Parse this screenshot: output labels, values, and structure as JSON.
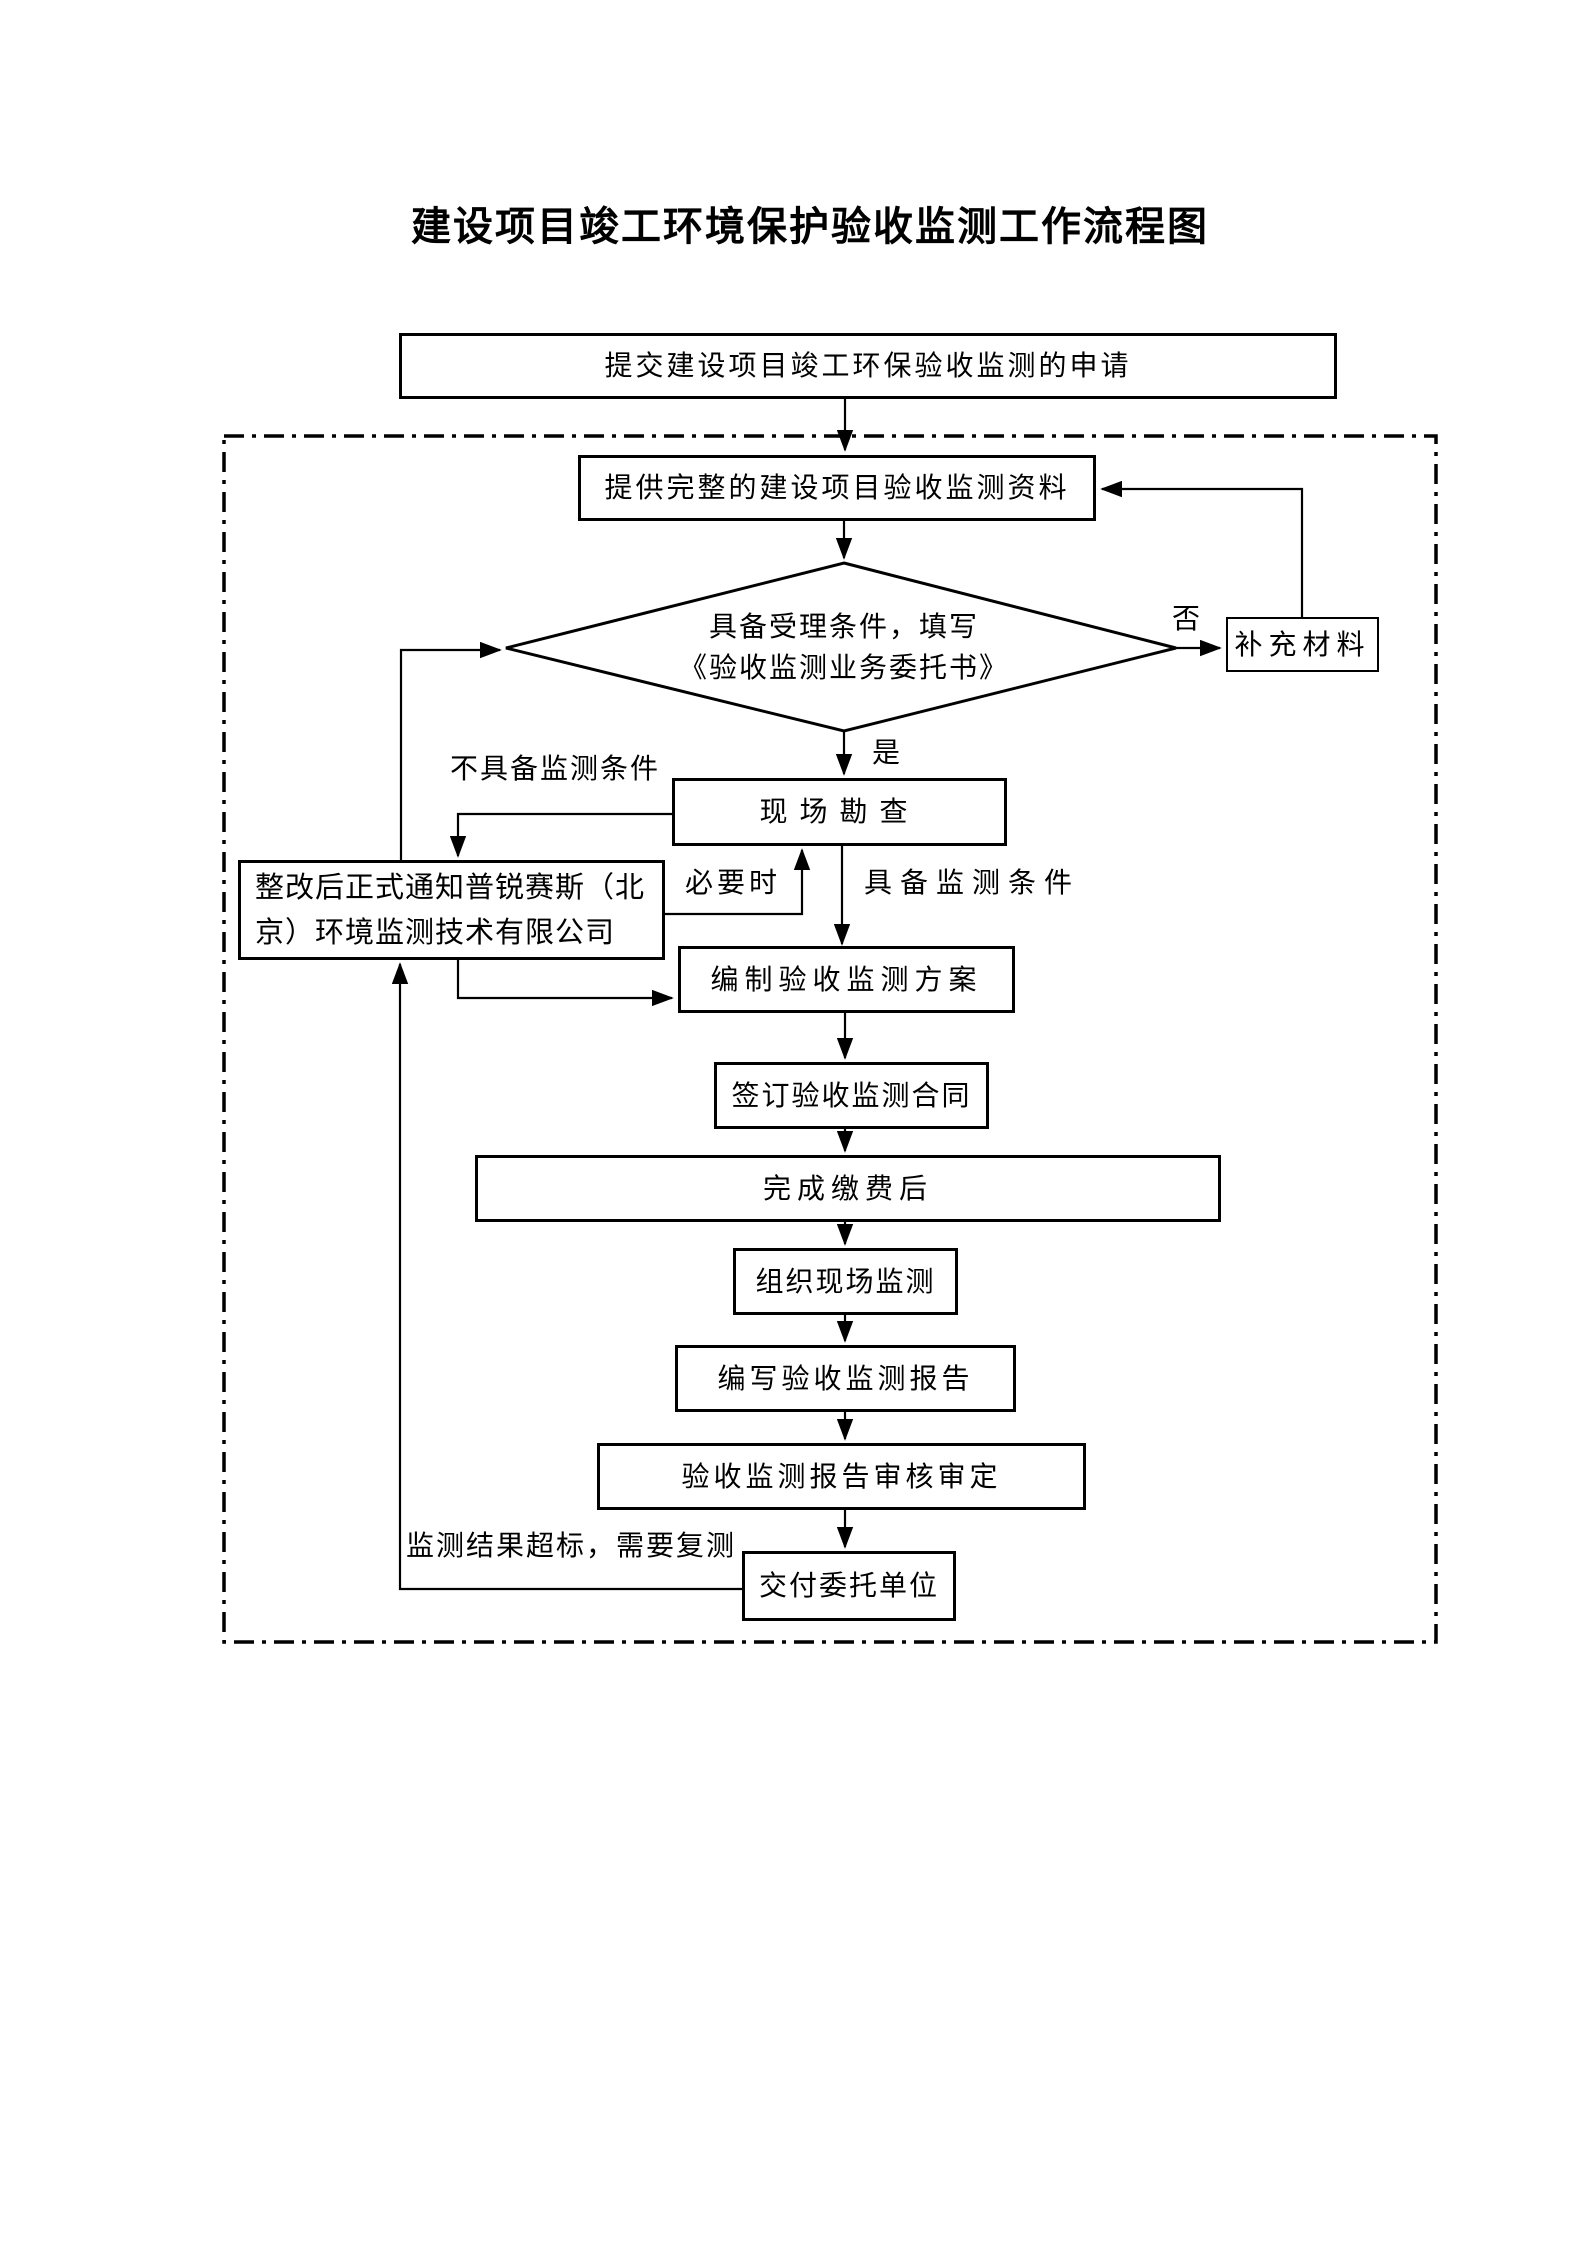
{
  "page": {
    "title": "建设项目竣工环境保护验收监测工作流程图"
  },
  "nodes": {
    "apply": "提交建设项目竣工环保验收监测的申请",
    "provide": "提供完整的建设项目验收监测资料",
    "decision": {
      "line1": "具备受理条件，填写",
      "line2": "《验收监测业务委托书》"
    },
    "supplement": "补充材料",
    "survey": "现场勘查",
    "notify": {
      "line1": "整改后正式通知普锐赛斯（北",
      "line2": "京）环境监测技术有限公司"
    },
    "plan": "编制验收监测方案",
    "contract": "签订验收监测合同",
    "payment": "完成缴费后",
    "monitor": "组织现场监测",
    "report": "编写验收监测报告",
    "review": "验收监测报告审核审定",
    "deliver": "交付委托单位"
  },
  "edge_labels": {
    "no": "否",
    "yes": "是",
    "not_qualified": "不具备监测条件",
    "qualified": "具备监测条件",
    "when_necessary": "必要时",
    "retest": "监测结果超标，需要复测"
  },
  "colors": {
    "line": "#000000",
    "background": "#ffffff"
  }
}
